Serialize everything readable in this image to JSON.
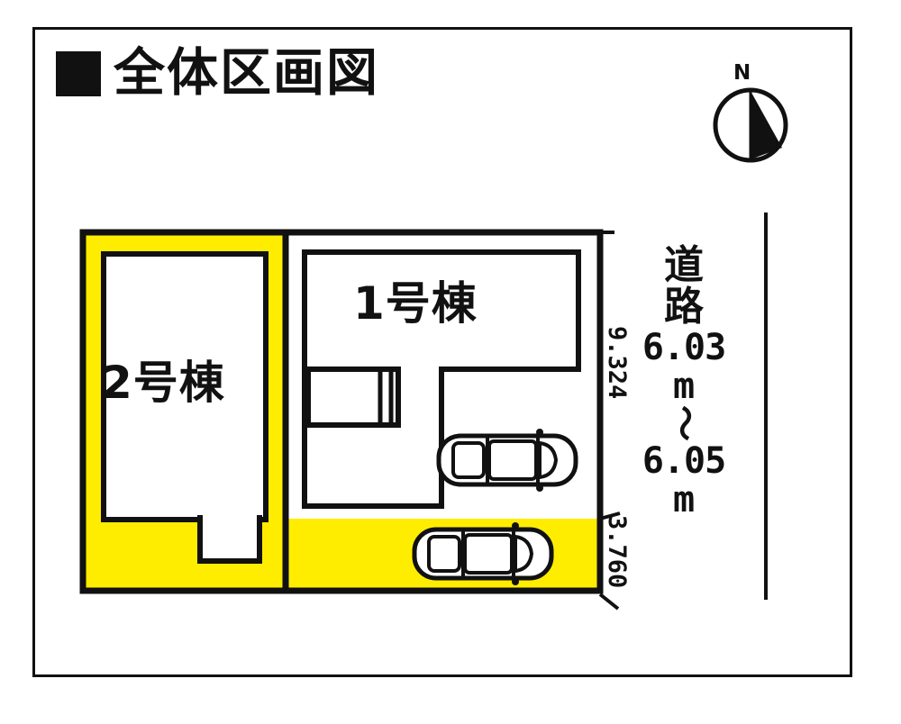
{
  "document": {
    "title": "全体区画図",
    "type": "site-plot-plan",
    "bullet_icon": "filled-square-bullet"
  },
  "compass": {
    "label": "N",
    "icon": "compass-rose-north-icon"
  },
  "colors": {
    "plot_highlight": "#FFED00",
    "ink": "#111111",
    "paper": "#FFFFFF"
  },
  "plots": [
    {
      "id": "plot-1",
      "building_label": "1号棟",
      "highlight": false
    },
    {
      "id": "plot-2",
      "building_label": "2号棟",
      "highlight": true
    }
  ],
  "dimensions": {
    "right_upper": "9.324",
    "right_lower": "3.760"
  },
  "road": {
    "kanji_line_1": "道",
    "kanji_line_2": "路",
    "width_min": "6.03",
    "unit_1": "m",
    "range_mark": "〜",
    "width_max": "6.05",
    "unit_2": "m"
  },
  "parking": [
    {
      "id": "car-upper",
      "icon": "car-top-view-icon"
    },
    {
      "id": "car-lower",
      "icon": "car-top-view-icon"
    }
  ],
  "chart_data": {
    "type": "diagram",
    "title": "全体区画図",
    "description": "Residential site plot plan with two house lots facing a road on the east side.",
    "lots": [
      {
        "name": "1号棟",
        "position": "east",
        "highlighted_area": "south parking strip"
      },
      {
        "name": "2号棟",
        "position": "west",
        "highlighted_area": "full lot"
      }
    ],
    "annotations": [
      "9.324",
      "3.760",
      "道路 6.03m 〜 6.05m",
      "N"
    ]
  }
}
